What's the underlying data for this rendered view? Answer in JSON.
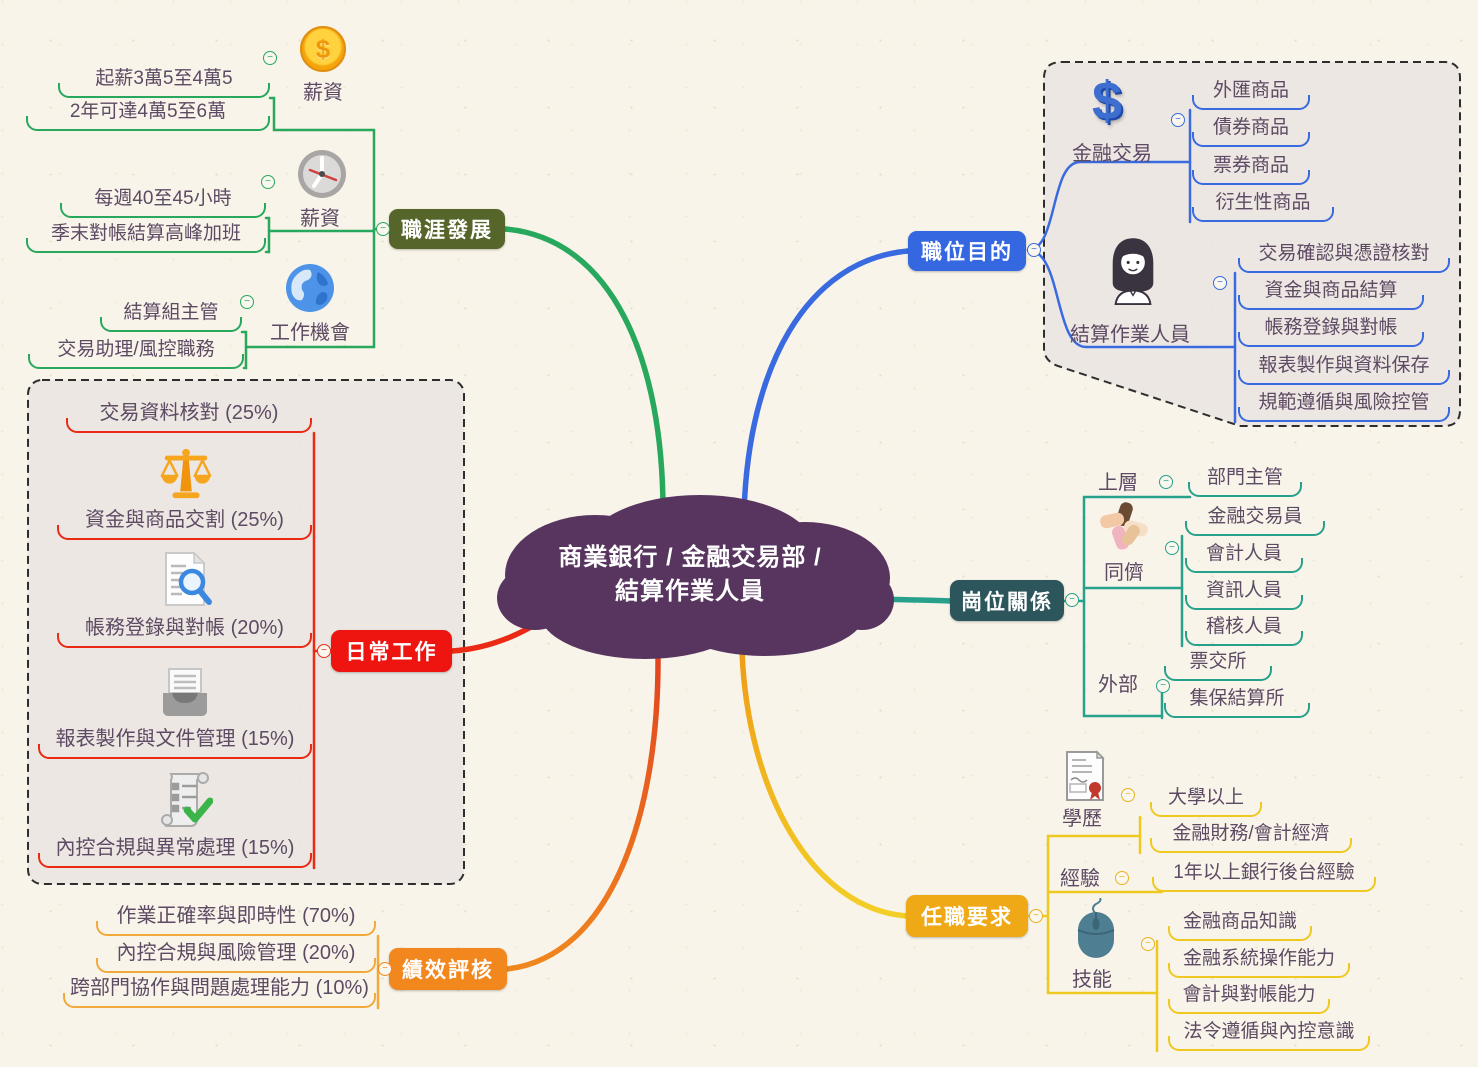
{
  "center": {
    "title_line1": "商業銀行 / 金融交易部 /",
    "title_line2": "結算作業人員",
    "color": "#57355f"
  },
  "ui": {
    "collapse_glyph": "−"
  },
  "colors": {
    "background": "#f8f4ea",
    "ink": "#5d4a63",
    "boundary_fill": "#e9e3e0",
    "career_node": "#56652a",
    "career_line": "#28a85c",
    "purpose_node": "#3467e0",
    "purpose_line": "#3a6ae0",
    "daily_node": "#ee1511",
    "daily_line": "#ea2a15",
    "relations_node": "#2c565c",
    "relations_line": "#27a18b",
    "review_node": "#f2871e",
    "review_line": "#f2a93c",
    "requirements_node": "#efa816",
    "requirements_line": "#f0c920"
  },
  "branches": {
    "career": {
      "label": "職涯發展",
      "groups": {
        "salary": {
          "label": "薪資",
          "icon": "coin-icon",
          "children": [
            "起薪3萬5至4萬5",
            "2年可達4萬5至6萬"
          ]
        },
        "hours": {
          "label": "薪資",
          "icon": "clock-icon",
          "children": [
            "每週40至45小時",
            "季末對帳結算高峰加班"
          ]
        },
        "opportunity": {
          "label": "工作機會",
          "icon": "globe-icon",
          "children": [
            "結算組主管",
            "交易助理/風控職務"
          ]
        }
      }
    },
    "purpose": {
      "label": "職位目的",
      "groups": {
        "trading": {
          "label": "金融交易",
          "icon": "dollar-icon",
          "children": [
            "外匯商品",
            "債券商品",
            "票券商品",
            "衍生性商品"
          ]
        },
        "settlement": {
          "label": "結算作業人員",
          "icon": "woman-avatar-icon",
          "children": [
            "交易確認與憑證核對",
            "資金與商品結算",
            "帳務登錄與對帳",
            "報表製作與資料保存",
            "規範遵循與風險控管"
          ]
        }
      }
    },
    "daily": {
      "label": "日常工作",
      "items": [
        {
          "label": "交易資料核對 (25%)",
          "icon": ""
        },
        {
          "label": "資金與商品交割 (25%)",
          "icon": "scale-icon"
        },
        {
          "label": "帳務登錄與對帳 (20%)",
          "icon": "doc-search-icon"
        },
        {
          "label": "報表製作與文件管理 (15%)",
          "icon": "tray-icon"
        },
        {
          "label": "內控合規與異常處理 (15%)",
          "icon": "scroll-check-icon"
        }
      ]
    },
    "relations": {
      "label": "崗位關係",
      "groups": {
        "upper": {
          "label": "上層",
          "children": [
            "部門主管"
          ]
        },
        "peers": {
          "label": "同儕",
          "icon": "hands-icon",
          "children": [
            "金融交易員",
            "會計人員",
            "資訊人員",
            "稽核人員"
          ]
        },
        "external": {
          "label": "外部",
          "children": [
            "票交所",
            "集保結算所"
          ]
        }
      }
    },
    "review": {
      "label": "績效評核",
      "items": [
        "作業正確率與即時性 (70%)",
        "內控合規與風險管理 (20%)",
        "跨部門協作與問題處理能力 (10%)"
      ]
    },
    "requirements": {
      "label": "任職要求",
      "groups": {
        "education": {
          "label": "學歷",
          "icon": "diploma-icon",
          "children": [
            "大學以上",
            "金融財務/會計經濟"
          ]
        },
        "experience": {
          "label": "經驗",
          "children": [
            "1年以上銀行後台經驗"
          ]
        },
        "skills": {
          "label": "技能",
          "icon": "mouse-icon",
          "children": [
            "金融商品知識",
            "金融系統操作能力",
            "會計與對帳能力",
            "法令遵循與內控意識"
          ]
        }
      }
    }
  }
}
